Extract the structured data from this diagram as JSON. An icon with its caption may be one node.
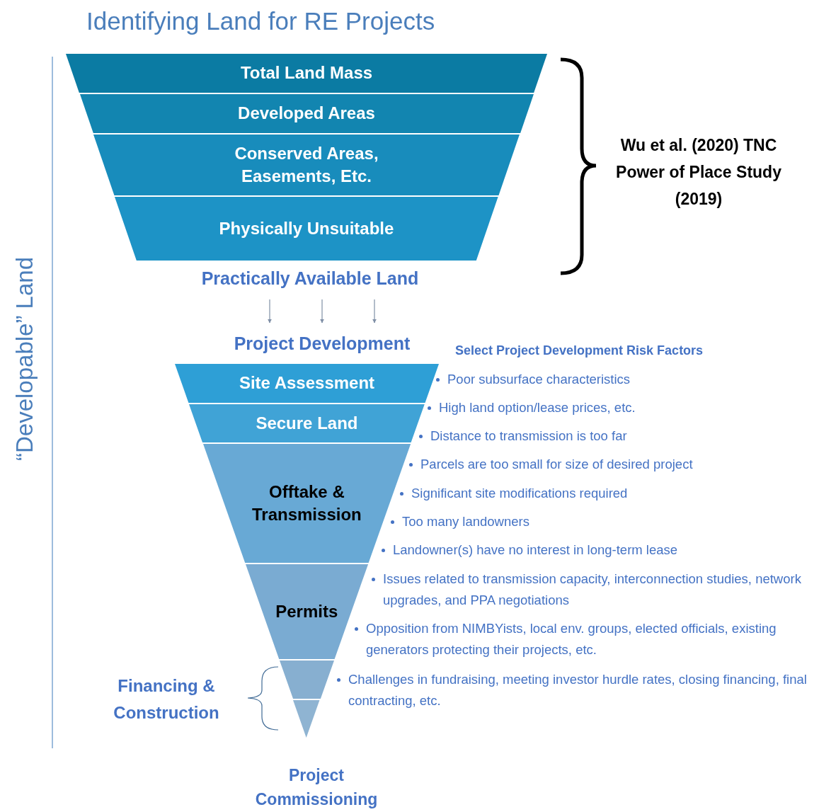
{
  "diagram": {
    "title": "Identifying Land for RE Projects",
    "nodes": [
      {
        "text": [
          "Total Land Mass"
        ]
      },
      {
        "text": [
          "Developed Areas"
        ]
      },
      {
        "text": [
          "Conserved Areas, Easements, Etc."
        ]
      },
      {
        "text": [
          "Physically Unsuitable"
        ]
      },
      {
        "text": [
          "Practically Available Land"
        ]
      },
      {
        "text": [
          "Project Development"
        ]
      },
      {
        "text": [
          "Site Assessment"
        ]
      },
      {
        "text": [
          "Secure Land"
        ]
      },
      {
        "text": [
          "Offtake & Transmission"
        ]
      },
      {
        "text": [
          "Permits"
        ]
      },
      {
        "text": [],
        "shape": "trapezoid"
      },
      {
        "text": [],
        "shape": "triangle"
      }
    ],
    "edges": [
      {
        "from": 4,
        "to": 5,
        "arrow": "to"
      },
      {
        "from": 4,
        "to": 5,
        "arrow": "to"
      },
      {
        "from": 4,
        "to": 5,
        "arrow": "to"
      }
    ],
    "labels": [
      "Wu et al. (2020) TNC Power of Place Study (2019)",
      "“Developable” Land",
      "Select Project Development Risk Factors",
      "Poor subsurface characteristics",
      "High land option/lease prices, etc.",
      "Distance to transmission is too far",
      "Parcels are too small for size of desired project",
      "Significant site modifications required",
      "Too many landowners",
      "Landowner(s) have no interest in long-term lease",
      "Issues related to transmission capacity, interconnection studies, network upgrades, and PPA negotiations",
      "Opposition from NIMBYists, local env. groups, elected officials, existing generators protecting their projects, etc.",
      "Financing & Construction",
      "Challenges in fundraising, meeting investor hurdle rates, closing financing, final contracting, etc.",
      "Project Commissioning"
    ]
  }
}
